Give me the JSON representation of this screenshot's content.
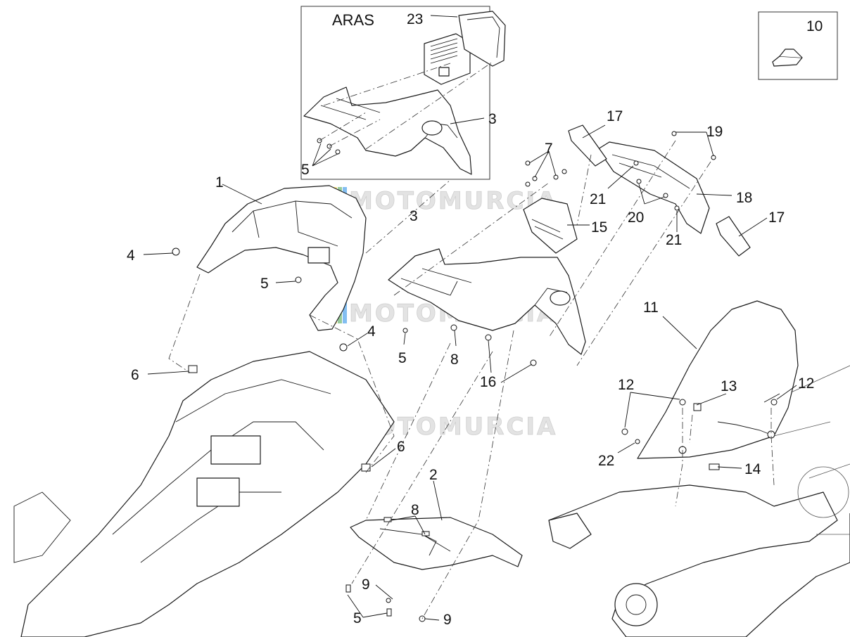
{
  "inset_box": {
    "title": "ARAS"
  },
  "inset_small": {
    "label": "10"
  },
  "watermarks": [
    "MOTOMURCIA",
    "MOTOMURCIA",
    "MOTOMURCIA"
  ],
  "watermark_colors": [
    "#e53935",
    "#fdd835",
    "#43a047",
    "#1e88e5"
  ],
  "callouts": [
    "23",
    "3",
    "5",
    "1",
    "4",
    "5",
    "4",
    "6",
    "6",
    "7",
    "3",
    "15",
    "5",
    "8",
    "16",
    "17",
    "19",
    "21",
    "18",
    "20",
    "21",
    "17",
    "11",
    "12",
    "13",
    "12",
    "22",
    "14",
    "2",
    "8",
    "9",
    "5",
    "9"
  ]
}
